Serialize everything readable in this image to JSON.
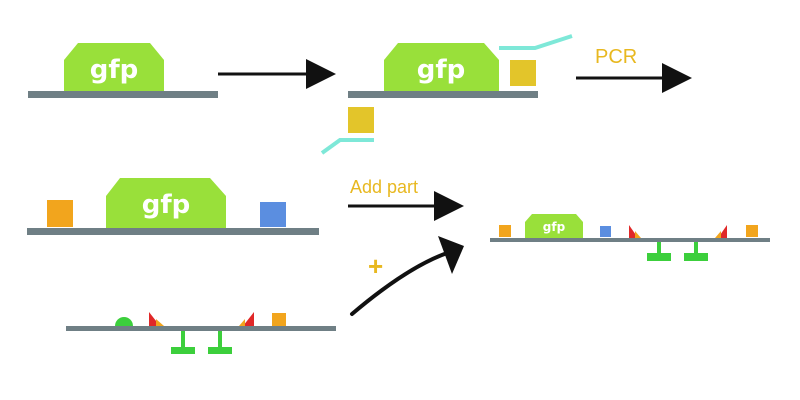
{
  "diagram": {
    "gene_label": "gfp",
    "arrow_label_pcr": "PCR",
    "arrow_label_add_part": "Add part",
    "plus_sign": "+"
  },
  "colors": {
    "backbone": "#6f7f85",
    "gfp_block": "#99e03a",
    "gfp_text": "#ffffff",
    "primer_tail": "#e3c52a",
    "primer_line": "#7ee8d8",
    "part_orange": "#f2a51d",
    "part_blue": "#5b8ee0",
    "terminator_green": "#3ccf3c",
    "triangle_red": "#e02828",
    "label_yellow": "#e8b820",
    "arrow": "#111111"
  }
}
